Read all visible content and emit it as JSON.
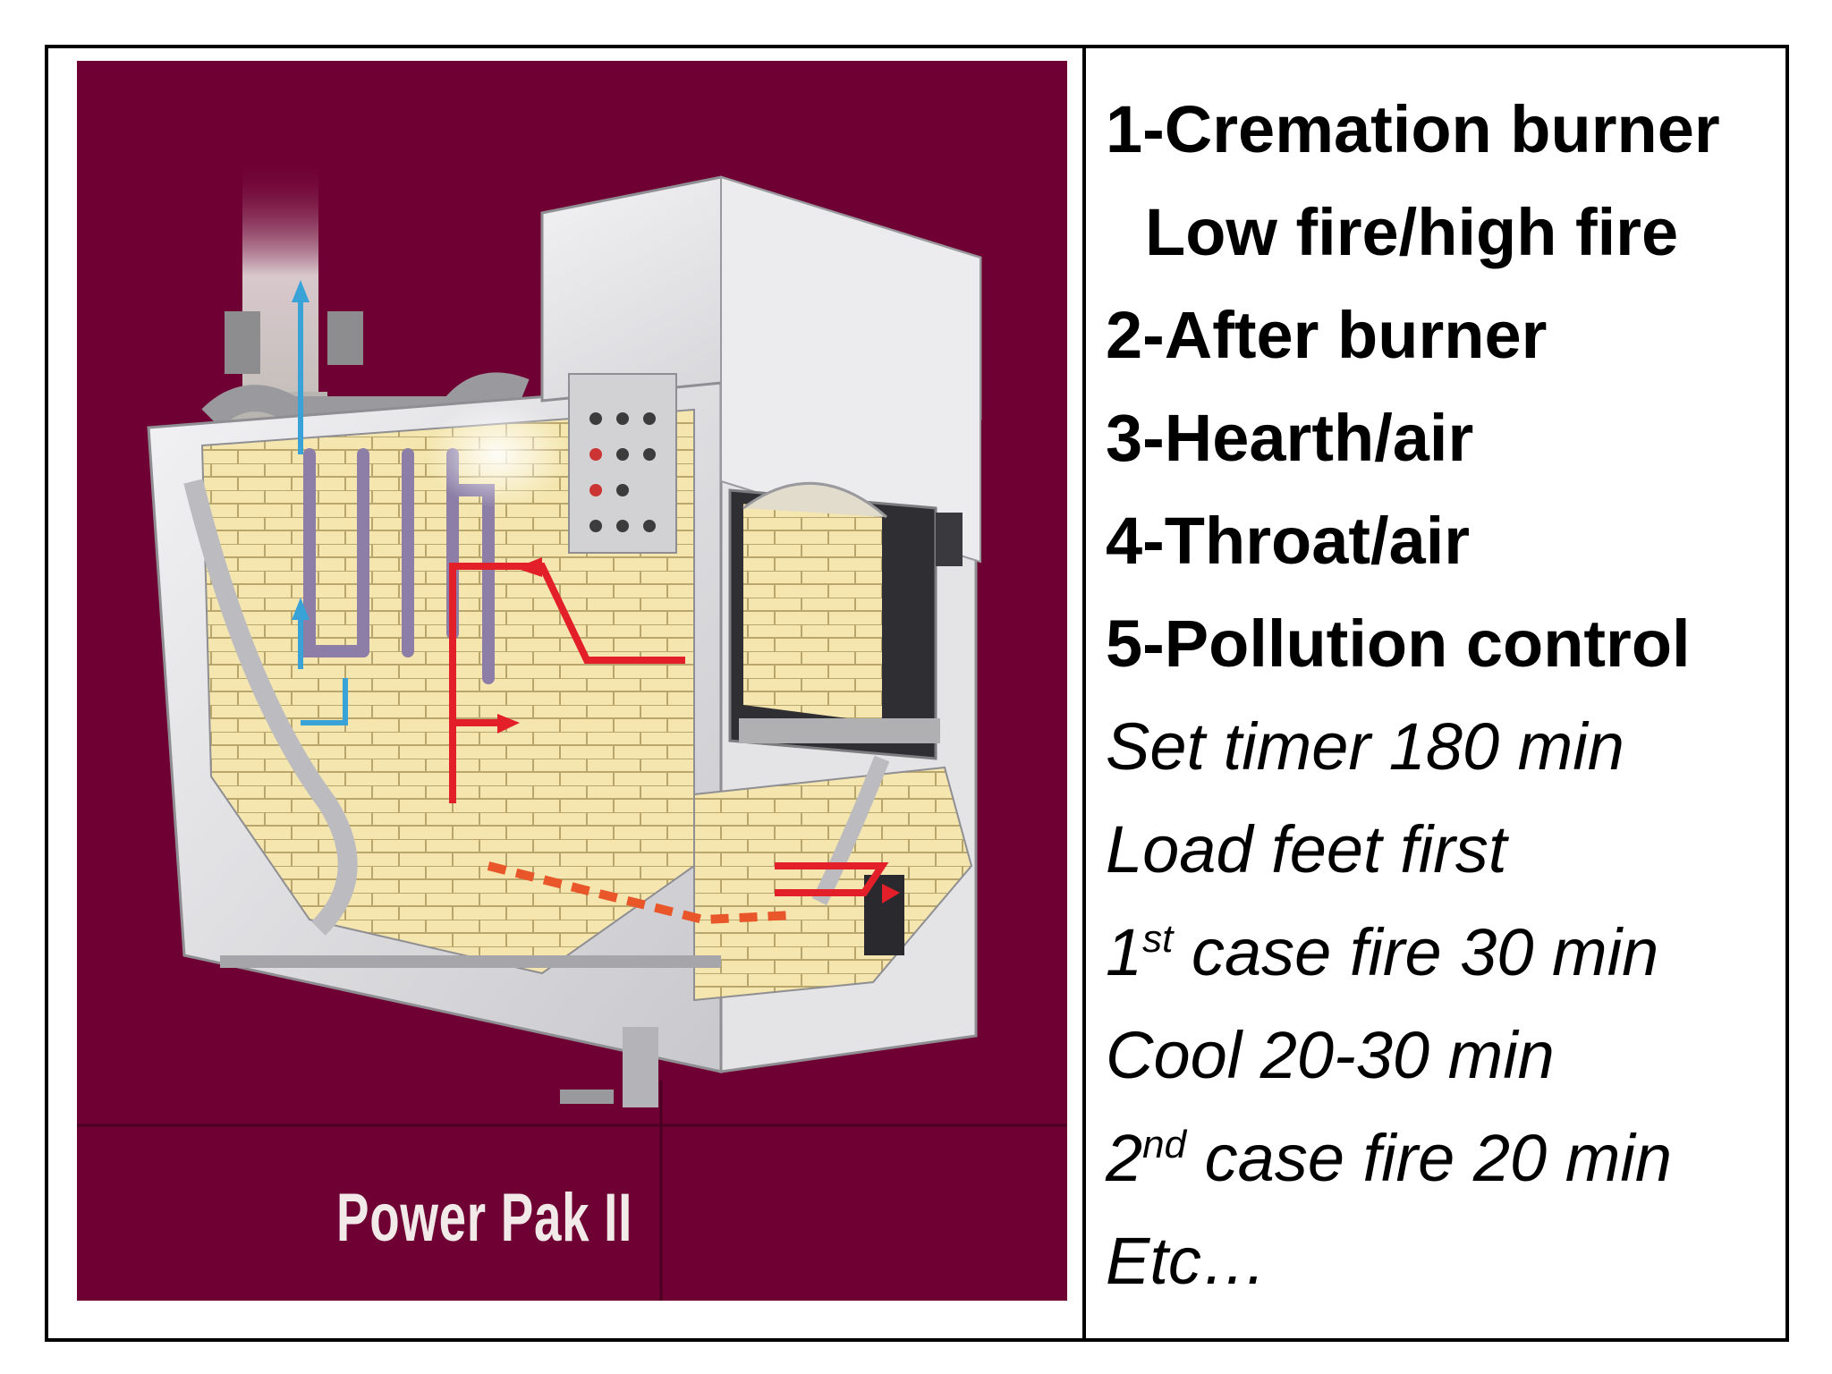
{
  "diagram": {
    "caption": "Power Pak II",
    "colors": {
      "background": "#6f0033",
      "cabinet": "#dcdcde",
      "brick": "#f3e4a8",
      "flow_hot": "#e3202a",
      "flow_air": "#39a3d8"
    }
  },
  "steps": {
    "items": [
      "1-Cremation burner",
      "Low fire/high fire",
      "2-After burner",
      "3-Hearth/air",
      "4-Throat/air",
      "5-Pollution control"
    ],
    "notes": {
      "timer": "Set timer 180 min",
      "load": "Load feet first",
      "first_prefix": "1",
      "first_sup": "st",
      "first_rest": " case fire 30 min",
      "cool": "Cool 20-30 min",
      "second_prefix": "2",
      "second_sup": "nd",
      "second_rest": " case fire 20 min",
      "etc": "Etc…"
    }
  }
}
